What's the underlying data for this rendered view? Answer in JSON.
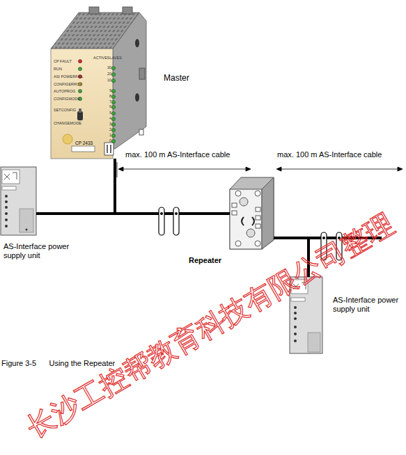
{
  "diagram": {
    "caption": "Figure 3-5      Using the Repeater",
    "nodes": [
      {
        "text": [
          "Master"
        ]
      },
      {
        "text": [
          "AS-Interface power supply unit"
        ]
      },
      {
        "text": [
          "Repeater"
        ]
      },
      {
        "text": [
          "AS-Interface power supply unit"
        ]
      }
    ],
    "edges": [
      {
        "from": 0,
        "to": 1,
        "arrow": "none"
      },
      {
        "from": 0,
        "to": 2,
        "arrow": "none"
      },
      {
        "from": 2,
        "to": 3,
        "arrow": "none"
      }
    ],
    "labels": [
      "max. 100 m AS-Interface cable",
      "max. 100 m AS-Interface cable",
      "CP FAULT",
      "RUN",
      "ASI POWERFAIL",
      "CONFIGERROR",
      "AUTOPROG",
      "CONFIGMODE",
      "SETCONFIG",
      "CHANGEMODE",
      "ACTIVESLAVES",
      "30",
      "20",
      "10",
      "9",
      "8",
      "7",
      "6",
      "5",
      "4",
      "3",
      "2",
      "1",
      "0",
      "CP 2433",
      "长沙工控帮教育科技有限公司整理"
    ]
  }
}
